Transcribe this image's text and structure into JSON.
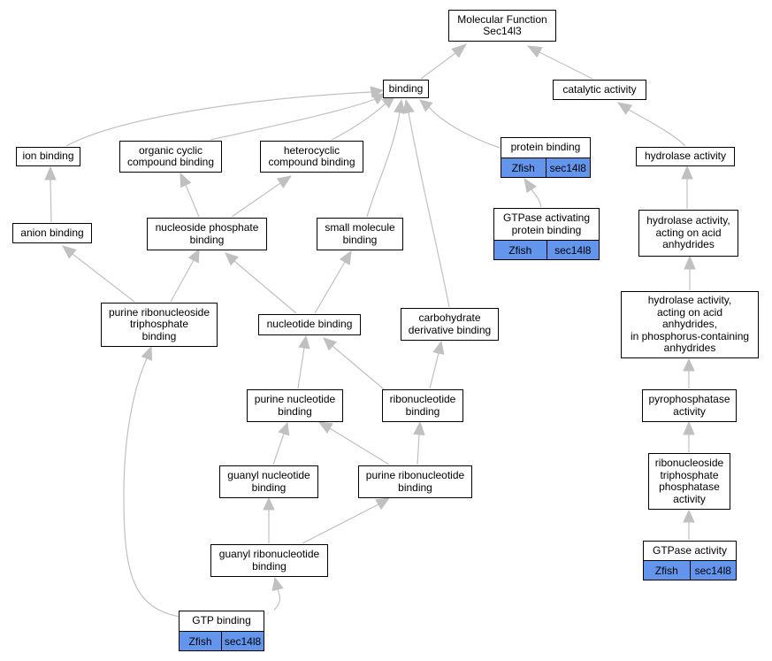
{
  "colors": {
    "edge": "#c0c0c0",
    "annotation": "#6495ED",
    "border": "#000000"
  },
  "nodes": {
    "root": {
      "label": "Molecular Function\nSec14l3"
    },
    "binding": {
      "label": "binding"
    },
    "catalytic": {
      "label": "catalytic activity"
    },
    "ion": {
      "label": "ion binding"
    },
    "organic": {
      "label": "organic cyclic\ncompound binding"
    },
    "hetero": {
      "label": "heterocyclic\ncompound binding"
    },
    "protein": {
      "label": "protein binding",
      "annotations": [
        "Zfish",
        "sec14l8"
      ]
    },
    "hydrolase": {
      "label": "hydrolase activity"
    },
    "gtpase_act": {
      "label": "GTPase activating\nprotein binding",
      "annotations": [
        "Zfish",
        "sec14l8"
      ]
    },
    "hydro_acid": {
      "label": "hydrolase activity,\nacting on acid\nanhydrides"
    },
    "anion": {
      "label": "anion binding"
    },
    "nucphos": {
      "label": "nucleoside phosphate\nbinding"
    },
    "smallmol": {
      "label": "small molecule\nbinding"
    },
    "hydro_p": {
      "label": "hydrolase activity,\nacting on acid\nanhydrides,\nin phosphorus-containing\nanhydrides"
    },
    "prnt": {
      "label": "purine ribonucleoside\ntriphosphate\nbinding"
    },
    "nucleotide": {
      "label": "nucleotide binding"
    },
    "carb": {
      "label": "carbohydrate\nderivative binding"
    },
    "purine_nuc": {
      "label": "purine nucleotide\nbinding"
    },
    "ribonuc": {
      "label": "ribonucleotide\nbinding"
    },
    "pyrophos": {
      "label": "pyrophosphatase\nactivity"
    },
    "guanyl": {
      "label": "guanyl nucleotide\nbinding"
    },
    "purine_ribo": {
      "label": "purine ribonucleotide\nbinding"
    },
    "rtp_phos": {
      "label": "ribonucleoside\ntriphosphate\nphosphatase\nactivity"
    },
    "guanyl_ribo": {
      "label": "guanyl ribonucleotide\nbinding"
    },
    "gtpase": {
      "label": "GTPase activity",
      "annotations": [
        "Zfish",
        "sec14l8"
      ]
    },
    "gtp": {
      "label": "GTP binding",
      "annotations": [
        "Zfish",
        "sec14l8"
      ]
    }
  }
}
